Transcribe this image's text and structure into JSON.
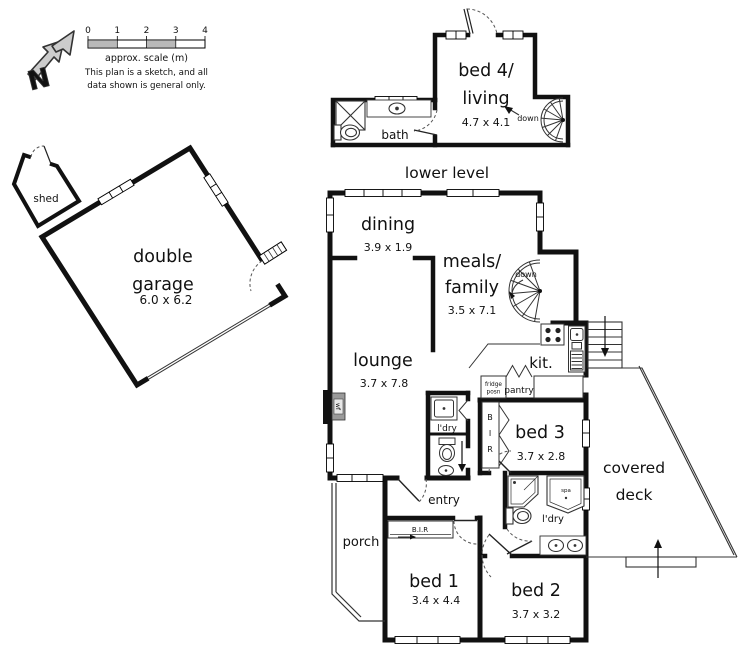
{
  "legend": {
    "north_label": "N",
    "scale_ticks": [
      "0",
      "1",
      "2",
      "3",
      "4"
    ],
    "scale_caption": "approx. scale (m)",
    "disclaimer_line1": "This plan is a sketch, and all",
    "disclaimer_line2": "data shown is general only.",
    "scale_bar_gray": "#b9b9b9"
  },
  "lower_level": {
    "caption": "lower level",
    "bed4_line1": "bed 4/",
    "bed4_line2": "living",
    "bed4_dims": "4.7 x 4.1",
    "bath_label": "bath",
    "down_label": "down"
  },
  "outbuildings": {
    "shed_label": "shed",
    "garage_line1": "double",
    "garage_line2": "garage",
    "garage_dims": "6.0 x 6.2"
  },
  "rooms": {
    "dining": "dining",
    "dining_dims": "3.9 x 1.9",
    "meals_line1": "meals/",
    "meals_line2": "family",
    "meals_dims": "3.5 x 7.1",
    "lounge": "lounge",
    "lounge_dims": "3.7 x 7.8",
    "kitchen": "kit.",
    "bed3": "bed 3",
    "bed3_dims": "3.7 x 2.8",
    "bed1": "bed 1",
    "bed1_dims": "3.4 x 4.4",
    "bed2": "bed 2",
    "bed2_dims": "3.7 x 3.2",
    "deck_line1": "covered",
    "deck_line2": "deck",
    "porch": "porch",
    "entry": "entry"
  },
  "small_labels": {
    "down_stair": "down",
    "wf": "wf",
    "laundry_small": "l'dry",
    "laundry_bath": "l'dry",
    "fridge_line1": "fridge",
    "fridge_line2": "posn",
    "pantry": "pantry",
    "bir_letter1": "B",
    "bir_letter2": "I",
    "bir_letter3": "R",
    "bir_closet": "B.I.R",
    "spa": "spa"
  },
  "colors": {
    "wall": "#111111",
    "scale_gray": "#b9b9b9",
    "fixture_stroke": "#333333",
    "door_arc": "#555555"
  }
}
